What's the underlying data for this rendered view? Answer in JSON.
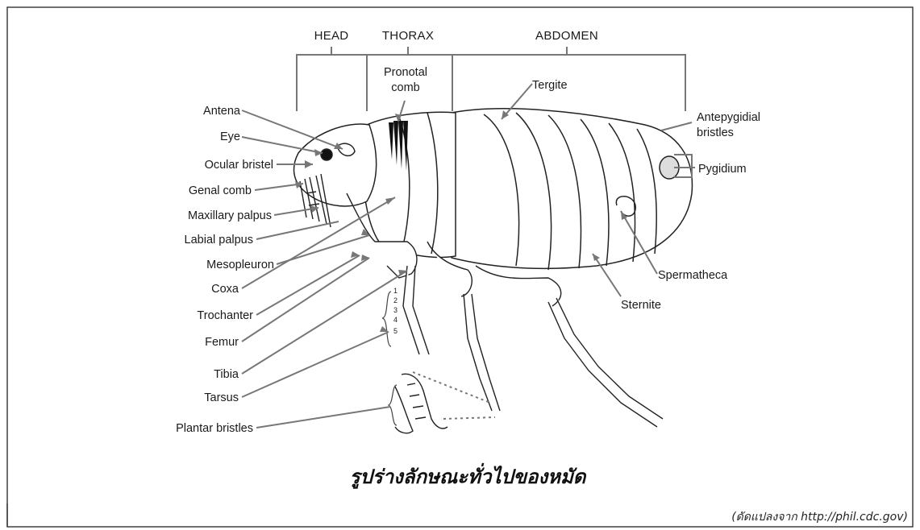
{
  "segments": {
    "head": "HEAD",
    "thorax": "THORAX",
    "abdomen": "ABDOMEN"
  },
  "labels_left": [
    "Antena",
    "Eye",
    "Ocular bristel",
    "Genal comb",
    "Maxillary palpus",
    "Labial palpus",
    "Mesopleuron",
    "Coxa",
    "Trochanter",
    "Femur",
    "Tibia",
    "Tarsus",
    "Plantar bristles"
  ],
  "labels_right": {
    "pronotal_line1": "Pronotal",
    "pronotal_line2": "comb",
    "tergite": "Tergite",
    "antepygidial_line1": "Antepygidial",
    "antepygidial_line2": "bristles",
    "pygidium": "Pygidium",
    "spermatheca": "Spermatheca",
    "sternite": "Sternite"
  },
  "tarsus_numbers": [
    "1",
    "2",
    "3",
    "4",
    "5"
  ],
  "caption": "รูปร่างลักษณะทั่วไปของหมัด",
  "credit": "(ดัดแปลงจาก http://phil.cdc.gov)"
}
